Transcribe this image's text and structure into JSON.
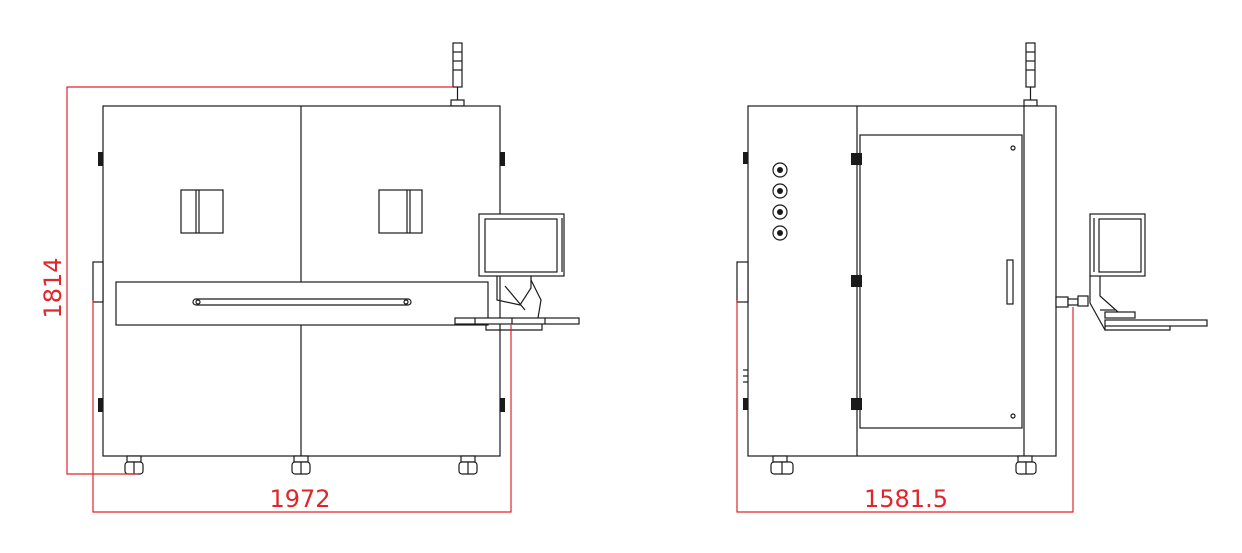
{
  "dimensions": {
    "front_height": "1814",
    "front_width": "1972",
    "side_width": "1581.5"
  },
  "colors": {
    "line": "#1a1a1a",
    "dimension": "#e0252b",
    "background": "#ffffff"
  }
}
